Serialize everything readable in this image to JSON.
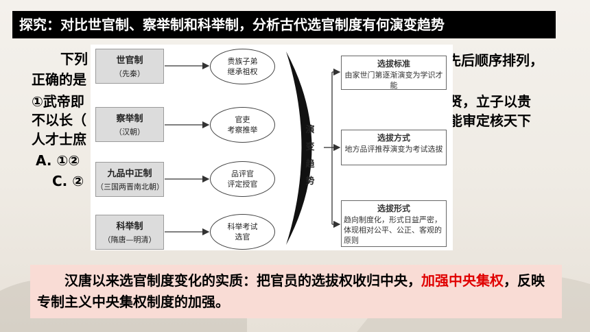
{
  "title": "探究：对比世官制、察举制和科举制，分析古代选官制度有何演变趋势",
  "question": {
    "line1_left": "下列",
    "line1_right": "的先后顺序排列，",
    "line2": "正确的是",
    "line3_left": "①武帝即",
    "line3_right": "以贤，立子以贵",
    "line4_left": "不以长（",
    "line4_right": "不能审定核天下",
    "line5": "人才士庶",
    "option_a": "A. ①②",
    "option_c": "C. ②"
  },
  "diagram": {
    "systems": [
      {
        "name": "世官制",
        "period": "（先秦）",
        "feature_1": "贵族子弟",
        "feature_2": "继承祖权"
      },
      {
        "name": "察举制",
        "period": "（汉朝）",
        "feature_1": "官吏",
        "feature_2": "考察推举"
      },
      {
        "name": "九品中正制",
        "period": "（三国两晋南北朝）",
        "feature_1": "品评官",
        "feature_2": "评定授官"
      },
      {
        "name": "科举制",
        "period": "（隋唐—明清）",
        "feature_1": "科举考试",
        "feature_2": "选官"
      }
    ],
    "center_label": [
      "演",
      "变",
      "趋",
      "势"
    ],
    "trends": [
      {
        "heading": "选拔标准",
        "body": "由家世门第逐渐演变为学识才能"
      },
      {
        "heading": "选拔方式",
        "body": "地方品评推荐演变为考试选拔"
      },
      {
        "heading": "选拔形式",
        "body": "趋向制度化，形式日益严密，体现相对公平、公正、客观的原则"
      }
    ]
  },
  "conclusion": {
    "part1": "汉唐以来选官制度变化的实质：把官员的选拔权收归中央，",
    "highlight": "加强中央集权",
    "part2": "，反映专制主义中央集权制度的加强。"
  },
  "colors": {
    "highlight": "#e00000",
    "conclusion_bg": "#f9dcd5",
    "title_bg": "#000000"
  }
}
